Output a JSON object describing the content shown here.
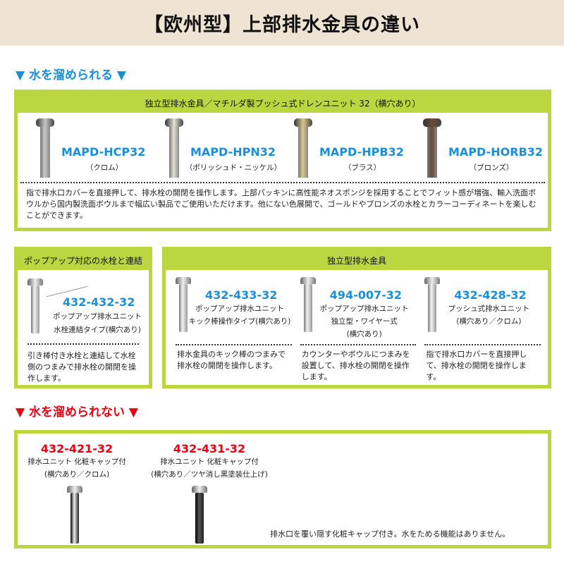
{
  "title": "【欧州型】上部排水金具の違い",
  "section_retain": "▼ 水を溜められる ▼",
  "section_noretain": "▼ 水を溜められない ▼",
  "box1": {
    "header": "独立型排水金具／マチルダ製プッシュ式ドレンユニット 32（横穴あり）",
    "products": [
      {
        "code": "MAPD-HCP32",
        "finish": "（クロム）",
        "color": "#c8c8c8"
      },
      {
        "code": "MAPD-HPN32",
        "finish": "（ポリッシュド・ニッケル）",
        "color": "#e4e0d4"
      },
      {
        "code": "MAPD-HPB32",
        "finish": "（ブラス）",
        "color": "#d8c88e"
      },
      {
        "code": "MAPD-HORB32",
        "finish": "（ブロンズ）",
        "color": "#6a4a3a"
      }
    ],
    "desc": "指で排水口カバーを直接押して、排水栓の開閉を操作します。上部パッキンに高性能ネオスポンジを採用することでフィット感が増強、輸入洗面ボウルから国内製洗面ボウルまで幅広い製品でご使用いただけます。他にない色展開で、ゴールドやブロンズの水栓とカラーコーディネートを楽しむことができます。"
  },
  "box2": {
    "header": "ポップアップ対応の水栓と連結",
    "code": "432-432-32",
    "name1": "ポップアップ排水ユニット",
    "name2": "水栓連結タイプ(横穴あり)",
    "desc": "引き棒付き水栓と連結して水栓側のつまみで排水栓の開閉を操作します。"
  },
  "box3": {
    "header": "独立型排水金具",
    "items": [
      {
        "code": "432-433-32",
        "name1": "ポップアップ排水ユニット",
        "name2": "キック棒操作タイプ(横穴あり)",
        "name3": "",
        "desc": "排水金具のキック棒のつまみで排水栓の開閉を操作します。"
      },
      {
        "code": "494-007-32",
        "name1": "ポップアップ排水ユニット",
        "name2": "独立型・ワイヤー式",
        "name3": "(横穴あり)",
        "desc": "カウンターやボウルにつまみを設置して、排水栓の開閉を操作します。"
      },
      {
        "code": "432-428-32",
        "name1": "プッシュ式排水ユニット",
        "name2": "(横穴あり／クロム)",
        "name3": "",
        "desc": "指で排水口カバーを直接押して、排水栓の開閉を操作します。"
      }
    ]
  },
  "box4": {
    "items": [
      {
        "code": "432-421-32",
        "name1": "排水ユニット 化粧キャップ付",
        "name2": "(横穴あり／クロム)"
      },
      {
        "code": "432-431-32",
        "name1": "排水ユニット 化粧キャップ付",
        "name2": "(横穴あり／ツヤ消し黒塗装仕上げ)"
      }
    ],
    "note": "排水口を覆い隠す化粧キャップ付き。水をためる機能はありません。"
  },
  "colors": {
    "blue": "#1a8fd8",
    "red": "#e60012",
    "green": "#bcd642"
  }
}
